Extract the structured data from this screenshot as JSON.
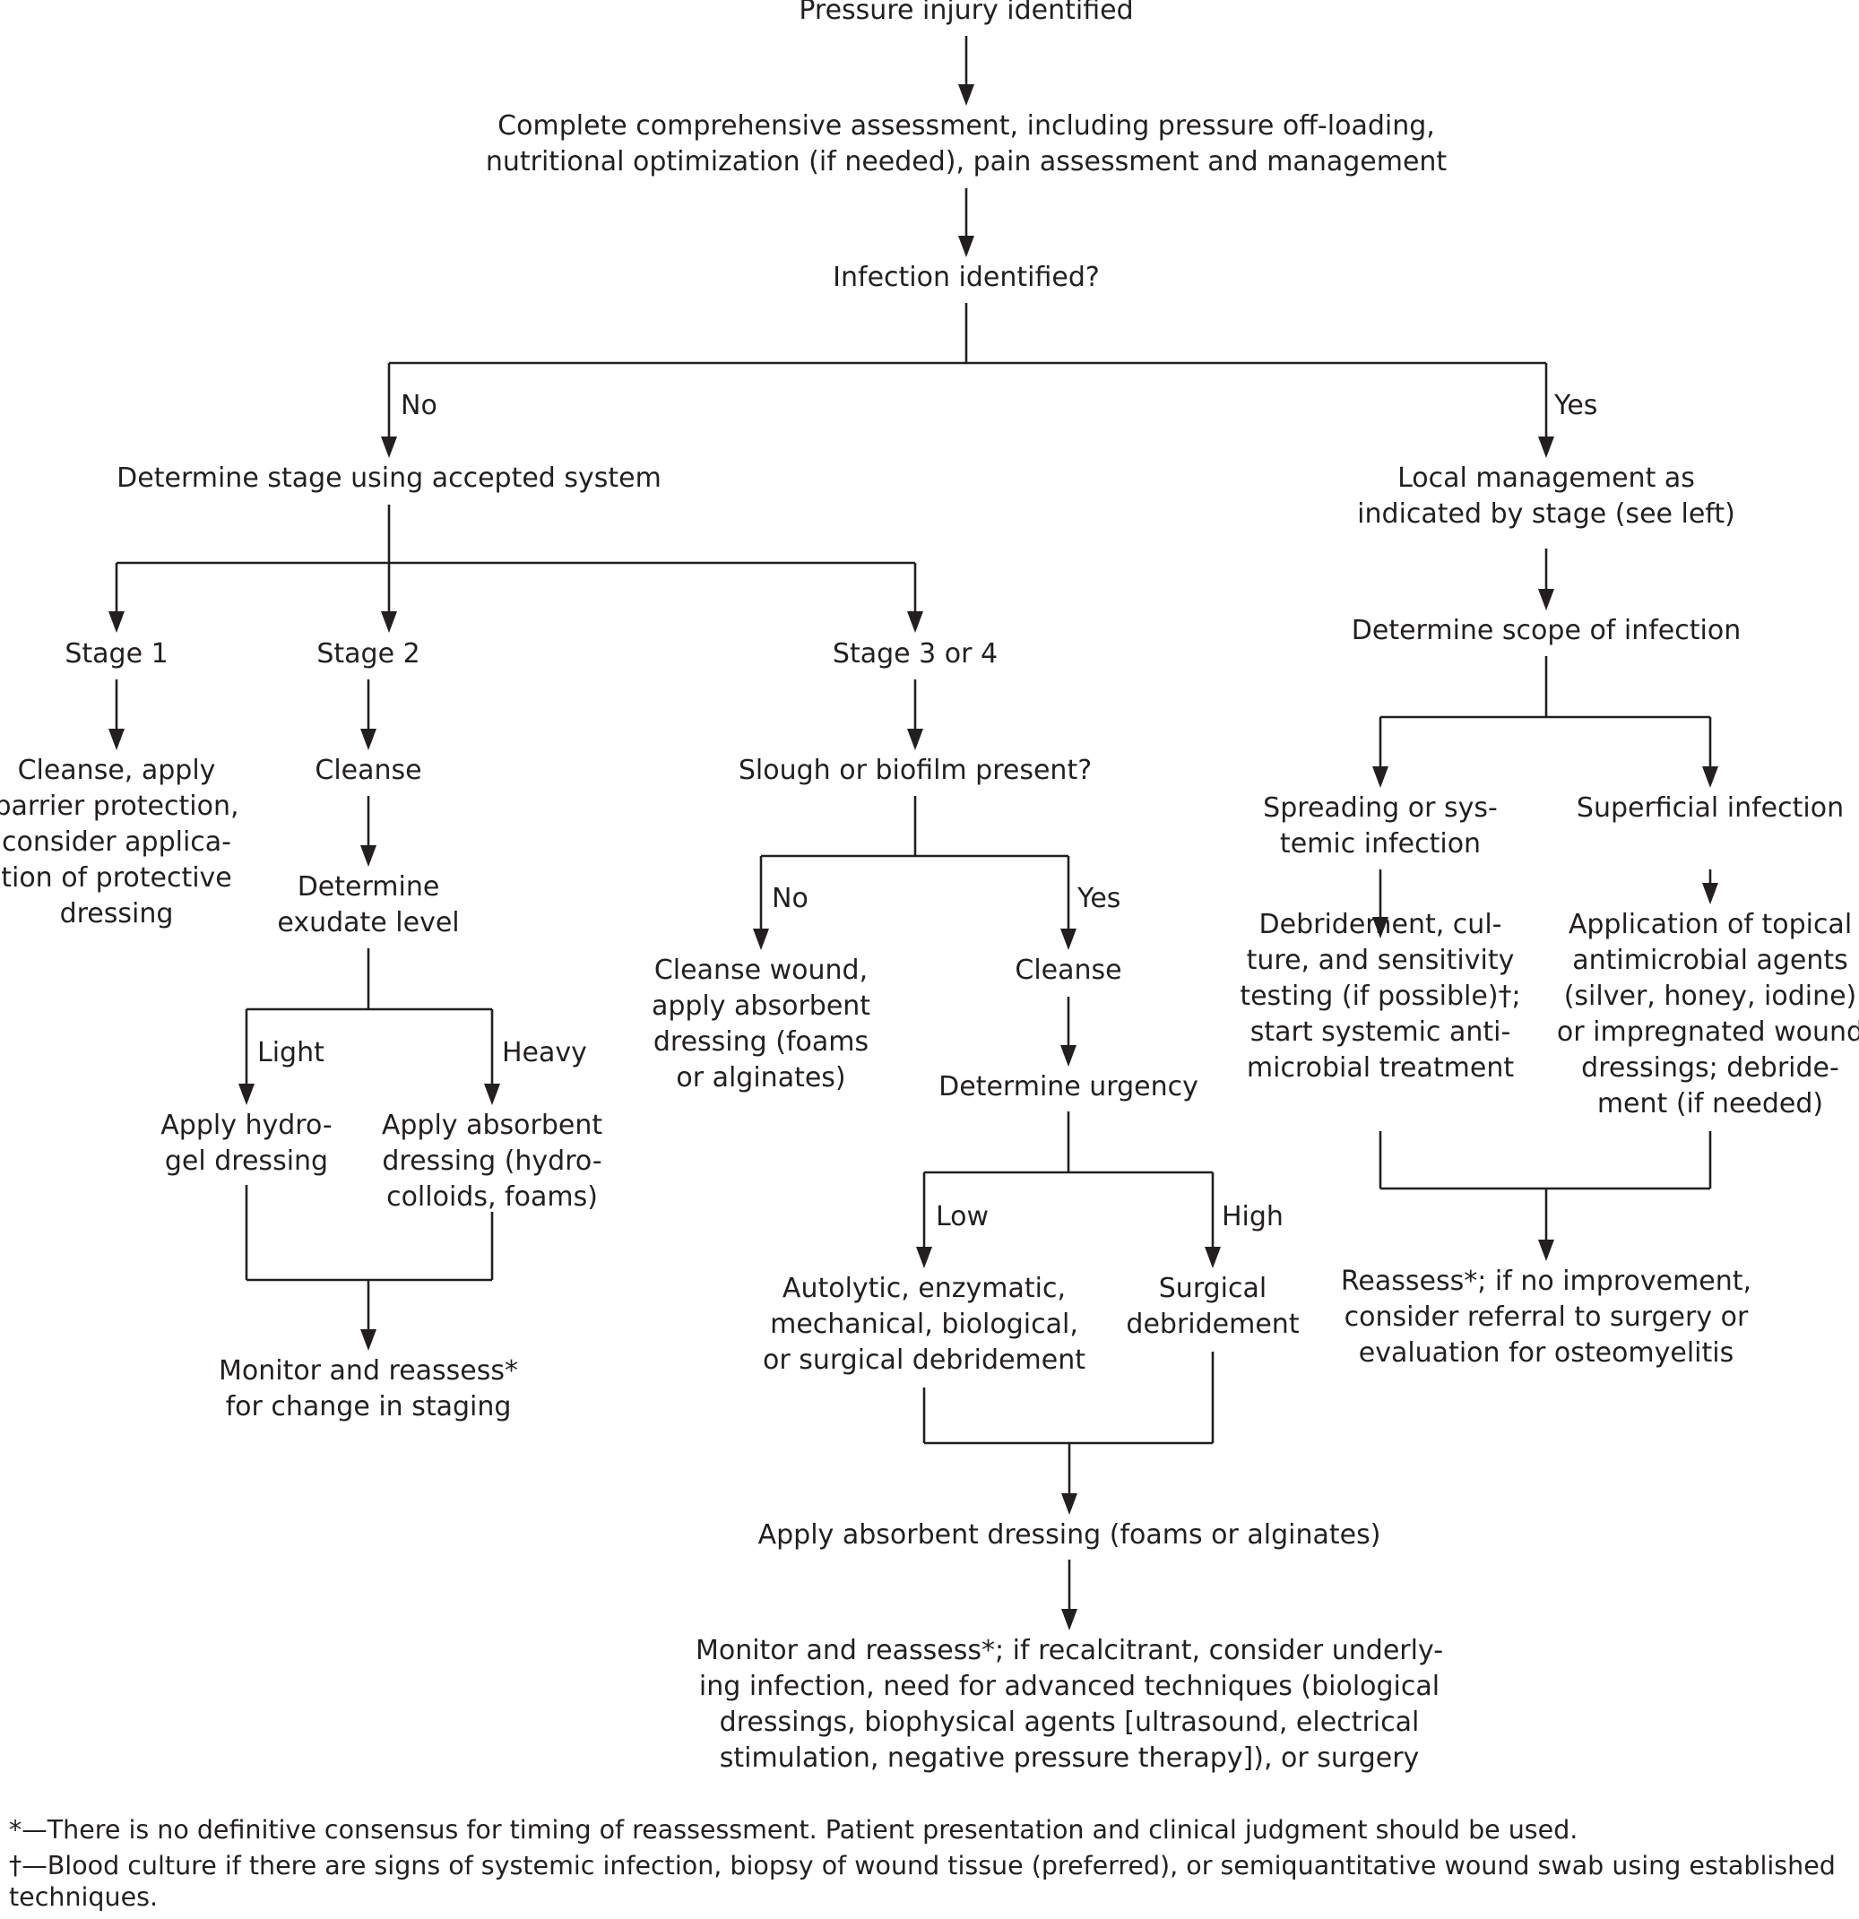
{
  "nodes": {
    "pressure_injury": [
      "Pressure injury identified"
    ],
    "comprehensive_assessment": [
      "Complete comprehensive assessment, including pressure off-loading,",
      "nutritional optimization (if needed), pain assessment and management"
    ],
    "infection_identified": [
      "Infection identified?"
    ],
    "determine_stage": [
      "Determine stage using accepted system"
    ],
    "local_management": [
      "Local management as",
      "indicated by stage (see left)"
    ],
    "stage1": [
      "Stage 1"
    ],
    "stage2": [
      "Stage 2"
    ],
    "stage34": [
      "Stage 3 or 4"
    ],
    "scope_infection": [
      "Determine scope of infection"
    ],
    "stage1_care": [
      "Cleanse, apply",
      "barrier protection,",
      "consider applica-",
      "tion of protective",
      "dressing"
    ],
    "stage2_cleanse": [
      "Cleanse"
    ],
    "slough_biofilm": [
      "Slough or biofilm present?"
    ],
    "spreading_infection": [
      "Spreading or sys-",
      "temic infection"
    ],
    "superficial_infection": [
      "Superficial infection"
    ],
    "exudate_level": [
      "Determine",
      "exudate level"
    ],
    "hydrogel": [
      "Apply hydro-",
      "gel dressing"
    ],
    "absorbent_hydrocolloid": [
      "Apply absorbent",
      "dressing (hydro-",
      "colloids, foams)"
    ],
    "cleanse_wound_absorbent": [
      "Cleanse wound,",
      "apply absorbent",
      "dressing (foams",
      "or alginates)"
    ],
    "stage34_cleanse": [
      "Cleanse"
    ],
    "urgency": [
      "Determine urgency"
    ],
    "debridement_culture": [
      "Debridement, cul-",
      "ture, and sensitivity",
      "testing (if possible)†;",
      "start systemic anti-",
      "microbial treatment"
    ],
    "topical_antimicrobial": [
      "Application of topical",
      "antimicrobial agents",
      "(silver, honey, iodine)",
      "or impregnated wound",
      "dressings; debride-",
      "ment (if needed)"
    ],
    "autolytic": [
      "Autolytic, enzymatic,",
      "mechanical, biological,",
      "or surgical debridement"
    ],
    "surgical_debridement": [
      "Surgical",
      "debridement"
    ],
    "reassess_referral": [
      "Reassess*; if no improvement,",
      "consider referral to surgery or",
      "evaluation for osteomyelitis"
    ],
    "monitor_staging": [
      "Monitor and reassess*",
      "for change in staging"
    ],
    "apply_absorbent_final": [
      "Apply absorbent dressing (foams or alginates)"
    ],
    "monitor_final": [
      "Monitor and reassess*; if recalcitrant, consider underly-",
      "ing infection, need for advanced techniques (biological",
      "dressings, biophysical agents [ultrasound, electrical",
      "stimulation, negative pressure therapy]), or surgery"
    ]
  },
  "edge_labels": {
    "infection_no": "No",
    "infection_yes": "Yes",
    "slough_no": "No",
    "slough_yes": "Yes",
    "exudate_light": "Light",
    "exudate_heavy": "Heavy",
    "urgency_low": "Low",
    "urgency_high": "High"
  },
  "footnotes": [
    "*—There is no definitive consensus for timing of reassessment. Patient presentation and clinical judgment should be used.",
    "†—Blood culture if there are signs of systemic infection, biopsy of wound tissue (preferred), or semiquantitative wound swab using established",
    "techniques."
  ]
}
